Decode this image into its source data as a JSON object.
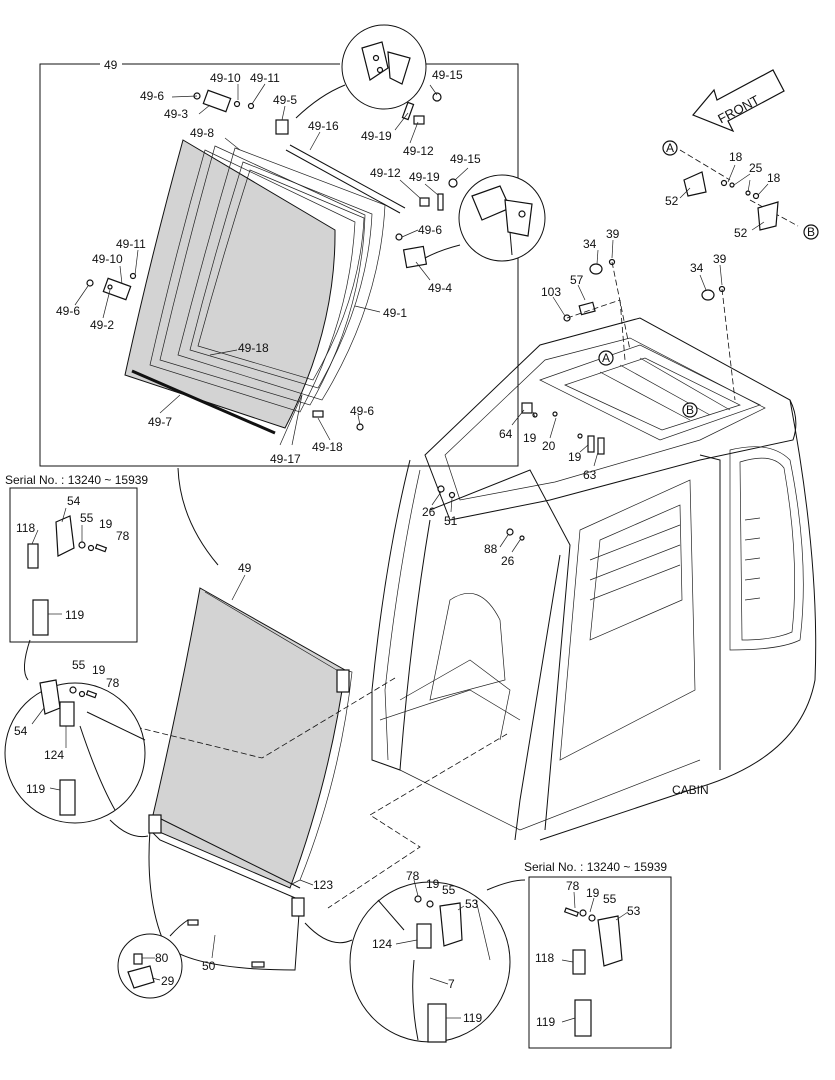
{
  "labels": {
    "l49": "49",
    "l49_6a": "49-6",
    "l49_10a": "49-10",
    "l49_11a": "49-11",
    "l49_3": "49-3",
    "l49_5": "49-5",
    "l49_15a": "49-15",
    "l49_19a": "49-19",
    "l49_12a": "49-12",
    "l49_8": "49-8",
    "l49_16": "49-16",
    "l49_12b": "49-12",
    "l49_19b": "49-19",
    "l49_15b": "49-15",
    "l49_6b": "49-6",
    "l49_4": "49-4",
    "l49_11b": "49-11",
    "l49_10b": "49-10",
    "l49_6c": "49-6",
    "l49_2": "49-2",
    "l49_1": "49-1",
    "l49_18a": "49-18",
    "l49_7": "49-7",
    "l49_6d": "49-6",
    "l49_18b": "49-18",
    "l49_17": "49-17",
    "front": "FRONT",
    "cA1": "A",
    "cB1": "B",
    "n18a": "18",
    "n25": "25",
    "n18b": "18",
    "n52a": "52",
    "n52b": "52",
    "n34a": "34",
    "n39a": "39",
    "n34b": "34",
    "n39b": "39",
    "n57": "57",
    "n103": "103",
    "cA2": "A",
    "cB2": "B",
    "n64": "64",
    "n19a": "19",
    "n20": "20",
    "n19b": "19",
    "n63": "63",
    "n26a": "26",
    "n51": "51",
    "n88": "88",
    "n26b": "26",
    "serial1": "Serial No. : 13240 ~ 15939",
    "s1_54": "54",
    "s1_55": "55",
    "s1_19": "19",
    "s1_78": "78",
    "s1_118": "118",
    "s1_119": "119",
    "n49main": "49",
    "c1_55": "55",
    "c1_19": "19",
    "c1_78": "78",
    "c1_54": "54",
    "c1_124": "124",
    "c1_119": "119",
    "cabin": "CABIN",
    "n123": "123",
    "n50": "50",
    "n80": "80",
    "n29": "29",
    "c2_78": "78",
    "c2_19": "19",
    "c2_55": "55",
    "c2_53": "53",
    "c2_124": "124",
    "c2_7": "7",
    "c2_119": "119",
    "serial2": "Serial No. : 13240 ~ 15939",
    "s2_78": "78",
    "s2_19": "19",
    "s2_55": "55",
    "s2_53": "53",
    "s2_118": "118",
    "s2_119": "119"
  }
}
